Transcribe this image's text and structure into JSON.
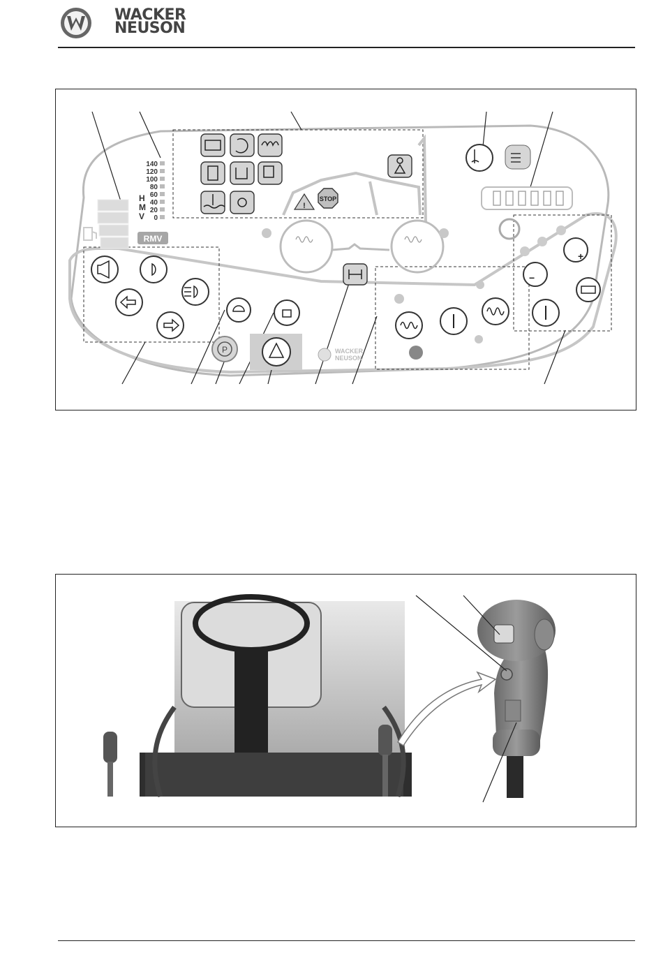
{
  "header": {
    "brand_line1": "WACKER",
    "brand_line2": "NEUSON"
  },
  "figure1": {
    "speed_scale": [
      "140",
      "120",
      "100",
      "80",
      "60",
      "40",
      "20",
      "0"
    ],
    "mode_letters": [
      "H",
      "M",
      "V"
    ],
    "rmv_label": "RMV",
    "stop_label": "STOP",
    "parking_label": "P",
    "panel_brand_line1": "WACKER",
    "panel_brand_line2": "NEUSON"
  },
  "colors": {
    "panel_outline": "#b9b9b9",
    "icon_fill": "#d4d4d4",
    "icon_stroke": "#333333"
  }
}
